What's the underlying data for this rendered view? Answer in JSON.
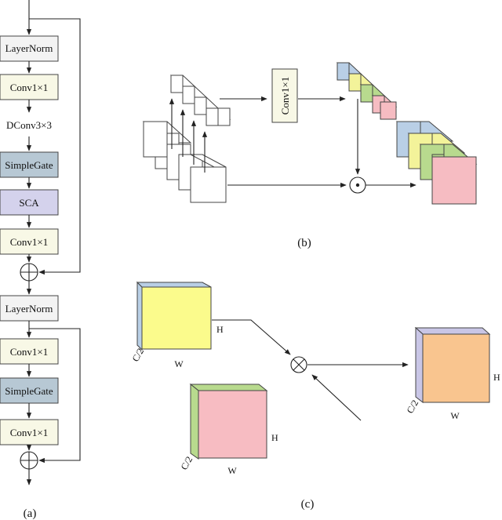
{
  "panel_a": {
    "caption": "(a)",
    "blocks": [
      {
        "label": "LayerNorm",
        "fill": "#f3f3f3"
      },
      {
        "label": "Conv1×1",
        "fill": "#f8f8e6"
      },
      {
        "label": "DConv3×3",
        "fill": "#ffffff"
      },
      {
        "label": "SimpleGate",
        "fill": "#b7c8d4"
      },
      {
        "label": "SCA",
        "fill": "#d4d2ec"
      },
      {
        "label": "Conv1×1",
        "fill": "#f8f8e6"
      },
      {
        "label": "LayerNorm",
        "fill": "#f3f3f3"
      },
      {
        "label": "Conv1×1",
        "fill": "#f8f8e6"
      },
      {
        "label": "SimpleGate",
        "fill": "#b7c8d4"
      },
      {
        "label": "Conv1×1",
        "fill": "#f8f8e6"
      }
    ]
  },
  "panel_b": {
    "caption": "(b)",
    "conv_label": "Conv1×1",
    "colors": {
      "blue": "#b9cfe6",
      "yellow": "#f3f39a",
      "green": "#b8da8e",
      "pink": "#f6bcc2"
    }
  },
  "panel_c": {
    "caption": "(c)",
    "cube1": {
      "h": "H",
      "w": "W",
      "c": "C/2",
      "front": "#fbfb8c",
      "back": "#b9cfe6"
    },
    "cube2": {
      "h": "H",
      "w": "W",
      "c": "C/2",
      "front": "#f7bcc2",
      "back": "#b8da8e"
    },
    "cube3": {
      "h": "H",
      "w": "W",
      "c": "C/2",
      "front": "#f9c58f",
      "back": "#c9c6e6"
    }
  }
}
